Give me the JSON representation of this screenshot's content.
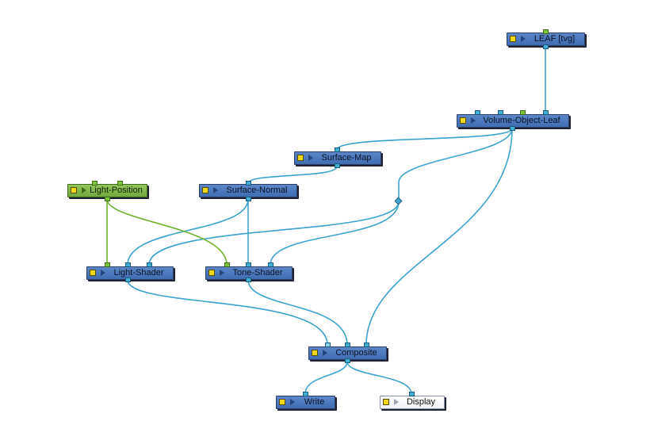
{
  "colors": {
    "wire": "#3aa3cf",
    "wire_light": "#1fb0d0",
    "wire_green": "#6fb22a",
    "node_blue": "#4a78be",
    "node_green": "#86bf4e",
    "indicator": "#f1d81a"
  },
  "nodes": {
    "leaf": {
      "label": "LEAF  [tvg]"
    },
    "volume_object_leaf": {
      "label": "Volume-Object-Leaf"
    },
    "surface_map": {
      "label": "Surface-Map"
    },
    "surface_normal": {
      "label": "Surface-Normal"
    },
    "light_position": {
      "label": "Light-Position"
    },
    "light_shader": {
      "label": "Light-Shader"
    },
    "tone_shader": {
      "label": "Tone-Shader"
    },
    "composite": {
      "label": "Composite"
    },
    "write": {
      "label": "Write"
    },
    "display": {
      "label": "Display"
    }
  },
  "icons": {
    "enable": "yellow-square-icon",
    "expand": "play-arrow-icon",
    "junction": "diamond-icon"
  }
}
